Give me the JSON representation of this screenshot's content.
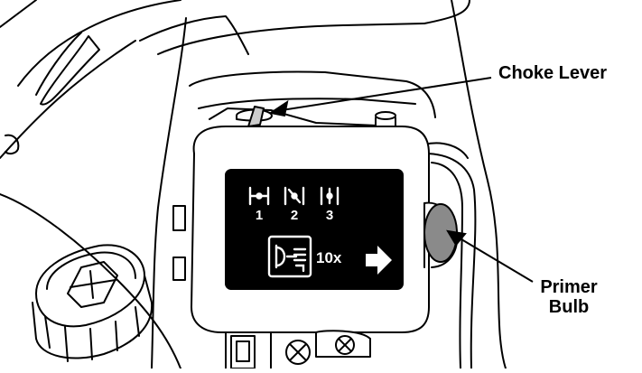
{
  "callouts": {
    "choke_lever": "Choke Lever",
    "primer_bulb_line1": "Primer",
    "primer_bulb_line2": "Bulb"
  },
  "decal": {
    "positions": [
      "1",
      "2",
      "3"
    ],
    "prime_count": "10x"
  },
  "icons": [
    "choke-position-icon",
    "primer-press-hand-icon",
    "arrow-right-icon"
  ],
  "colors": {
    "line": "#000000",
    "decal_bg": "#000000",
    "decal_fg": "#ffffff",
    "bulb": "#8a8a8a"
  }
}
